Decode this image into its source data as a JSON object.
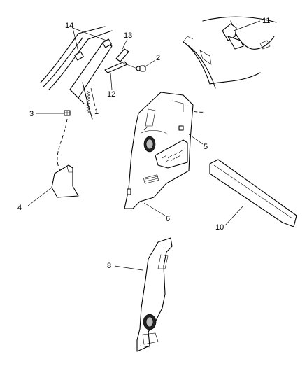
{
  "callouts": {
    "c1": "1",
    "c2": "2",
    "c3": "3",
    "c4": "4",
    "c5": "5",
    "c6": "6",
    "c8": "8",
    "c10": "10",
    "c11": "11",
    "c12": "12",
    "c13": "13",
    "c14": "14"
  }
}
